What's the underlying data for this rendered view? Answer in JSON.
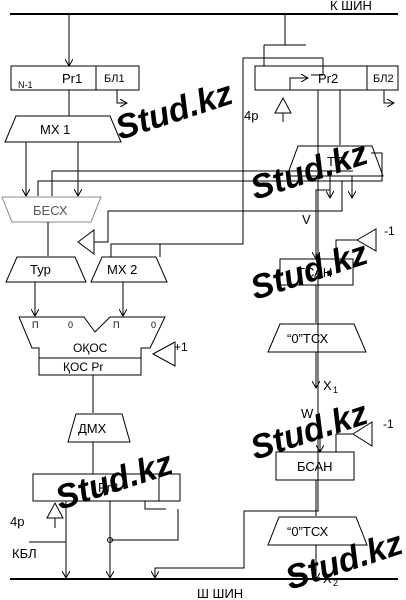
{
  "buses": {
    "top": "К ШИН",
    "bottom": "Ш ШИН"
  },
  "blocks": {
    "pr1": "Pr1",
    "pr1_sub": "N-1",
    "bl1": "БЛ1",
    "mx1": "МХ 1",
    "besx": "БЕСХ",
    "tur": "Тур",
    "mx2": "МХ 2",
    "alu_p1": "П",
    "alu_z1": "0",
    "alu_p2": "П",
    "alu_z2": "0",
    "okos": "ОҚОС",
    "kos_pr": "ҚОС Pr",
    "plus1": "+1",
    "dmx": "ДМХ",
    "pr3": "Pr3",
    "p4_left": "4p",
    "kbl": "КБЛ",
    "pr2": "Pr2",
    "bl2": "БЛ2",
    "p4_right": "4p",
    "tt": "ТТ",
    "v": "V",
    "minus1_a": "-1",
    "tsan": "ТСАН",
    "tsx_a": "“0”ТСХ",
    "x1": "X",
    "w": "W",
    "minus1_b": "-1",
    "bsan": "БСАН",
    "tsx_b": "“0”ТСХ",
    "x2": "X"
  },
  "watermark": "Stud.kz"
}
